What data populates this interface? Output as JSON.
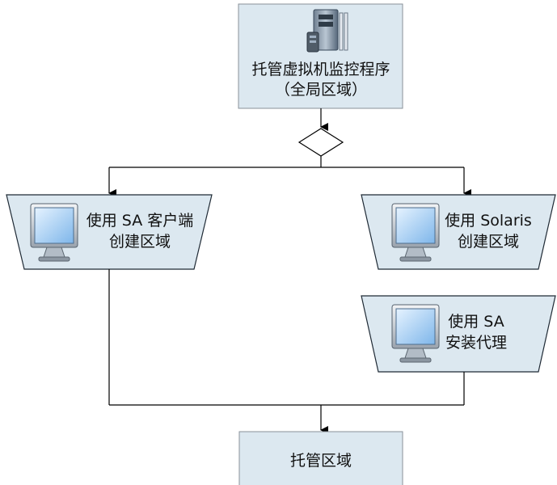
{
  "diagram": {
    "hypervisor": {
      "line1": "托管虚拟机监控程序",
      "line2": "（全局区域）",
      "icon": "server-icon"
    },
    "sa_client": {
      "line1": "使用 SA 客户端",
      "line2": "创建区域",
      "icon": "monitor-icon"
    },
    "solaris": {
      "line1": "使用 Solaris",
      "line2": "创建区域",
      "icon": "monitor-icon"
    },
    "sa_agent": {
      "line1": "使用 SA",
      "line2": "安装代理",
      "icon": "monitor-icon"
    },
    "managed_zone": {
      "label": "托管区域"
    }
  },
  "colors": {
    "box_fill": "#dce8f0",
    "box_stroke": "#8a9199",
    "line": "#000000"
  }
}
